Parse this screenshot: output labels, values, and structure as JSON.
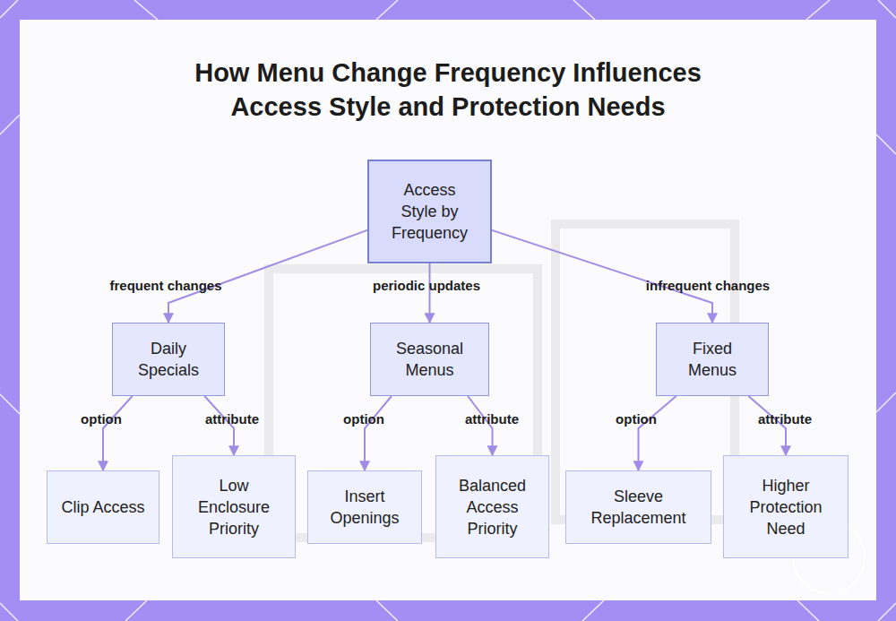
{
  "diagram": {
    "title": "How Menu Change Frequency Influences Access Style and Protection Needs",
    "nodes": [
      {
        "text": [
          "Access Style by Frequency"
        ]
      },
      {
        "text": [
          "Daily Specials"
        ]
      },
      {
        "text": [
          "Seasonal Menus"
        ]
      },
      {
        "text": [
          "Fixed Menus"
        ]
      },
      {
        "text": [
          "Clip Access"
        ]
      },
      {
        "text": [
          "Low Enclosure Priority"
        ]
      },
      {
        "text": [
          "Insert Openings"
        ]
      },
      {
        "text": [
          "Balanced Access Priority"
        ]
      },
      {
        "text": [
          "Sleeve Replacement"
        ]
      },
      {
        "text": [
          "Higher Protection Need"
        ]
      }
    ],
    "edges": [
      {
        "from": 0,
        "to": 1,
        "label": "frequent changes",
        "arrow": "to"
      },
      {
        "from": 0,
        "to": 2,
        "label": "periodic updates",
        "arrow": "to"
      },
      {
        "from": 0,
        "to": 3,
        "label": "infrequent changes",
        "arrow": "to"
      },
      {
        "from": 1,
        "to": 4,
        "label": "option",
        "arrow": "to"
      },
      {
        "from": 1,
        "to": 5,
        "label": "attribute",
        "arrow": "to"
      },
      {
        "from": 2,
        "to": 6,
        "label": "option",
        "arrow": "to"
      },
      {
        "from": 2,
        "to": 7,
        "label": "attribute",
        "arrow": "to"
      },
      {
        "from": 3,
        "to": 8,
        "label": "option",
        "arrow": "to"
      },
      {
        "from": 3,
        "to": 9,
        "label": "attribute",
        "arrow": "to"
      }
    ]
  }
}
